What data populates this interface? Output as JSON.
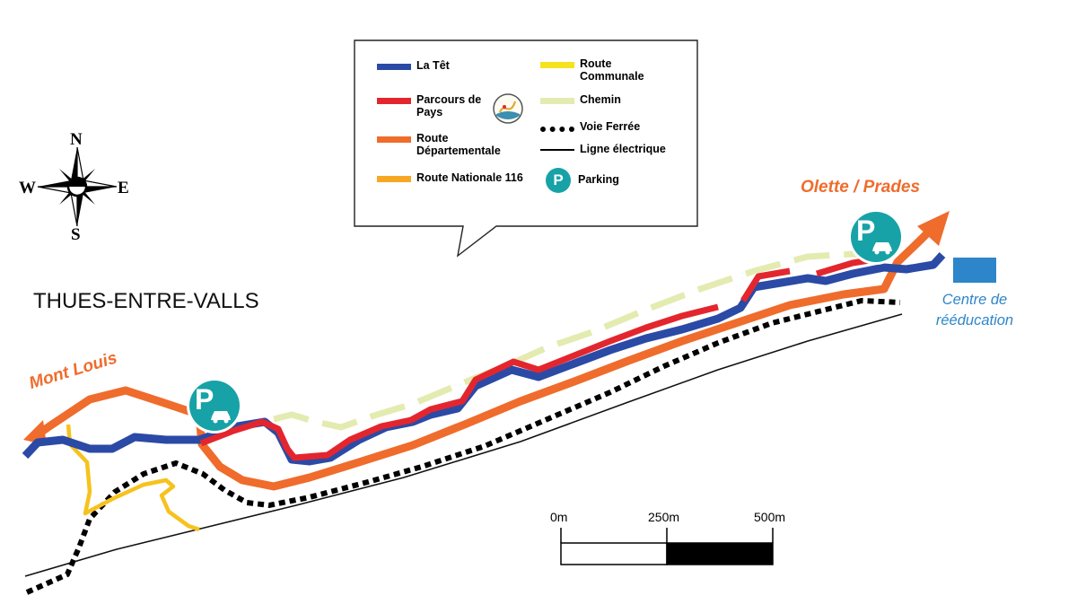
{
  "town": {
    "name": "THUES-ENTRE-VALLS"
  },
  "compass": {
    "north": "N",
    "south": "S",
    "east": "E",
    "west": "W",
    "icon": "compass-rose-icon"
  },
  "legend": {
    "items": [
      {
        "label": "La Têt",
        "color": "#2b4aa6",
        "style": "solid"
      },
      {
        "label": "Parcours de Pays",
        "color": "#e3262e",
        "style": "solid"
      },
      {
        "label": "Route Départementale",
        "color": "#ef6c2c",
        "style": "solid"
      },
      {
        "label": "Route Nationale 116",
        "color": "#f7a823",
        "style": "solid"
      },
      {
        "label": "Route Communale",
        "color": "#f6e21d",
        "style": "solid"
      },
      {
        "label": "Chemin",
        "color": "#e4ebb0",
        "style": "solid"
      },
      {
        "label": "Voie Ferrée",
        "color": "#000000",
        "style": "dotted"
      },
      {
        "label": "Ligne électrique",
        "color": "#000000",
        "style": "thin"
      },
      {
        "label": "Parking",
        "color": "#17a2a7",
        "style": "icon",
        "icon": "parking-icon"
      }
    ],
    "compass_icon": "hiking-compass-icon"
  },
  "places": {
    "mont_louis": "Mont Louis",
    "olette_prades": "Olette / Prades",
    "centre": "Centre de rééducation"
  },
  "parking": {
    "letter": "P",
    "icon": "car-icon"
  },
  "scale": {
    "labels": [
      "0m",
      "250m",
      "500m"
    ]
  },
  "colors": {
    "river": "#2b4aa6",
    "trail": "#e3262e",
    "departmental": "#ef6c2c",
    "communal": "#f6c21d",
    "path": "#e4ebb0",
    "centre": "#2d86c9",
    "parking": "#17a2a7"
  }
}
